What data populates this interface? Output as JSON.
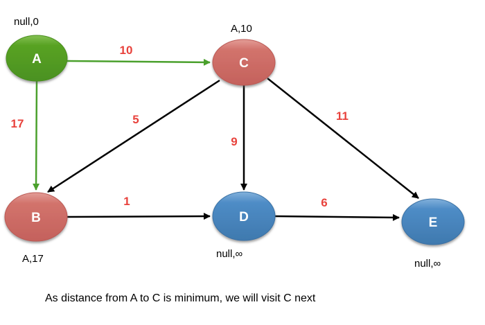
{
  "nodes": {
    "A": {
      "letter": "A",
      "annotation": "null,0",
      "status": "source-visited",
      "color": "#55a021"
    },
    "B": {
      "letter": "B",
      "annotation": "A,17",
      "status": "frontier",
      "color": "#d0706a"
    },
    "C": {
      "letter": "C",
      "annotation": "A,10",
      "status": "frontier",
      "color": "#d0706a"
    },
    "D": {
      "letter": "D",
      "annotation": "null,∞",
      "status": "unvisited",
      "color": "#4e8cc6"
    },
    "E": {
      "letter": "E",
      "annotation": "null,∞",
      "status": "unvisited",
      "color": "#4e8cc6"
    }
  },
  "edges": [
    {
      "from": "A",
      "to": "C",
      "weight": "10",
      "color": "green"
    },
    {
      "from": "A",
      "to": "B",
      "weight": "17",
      "color": "green"
    },
    {
      "from": "C",
      "to": "B",
      "weight": "5",
      "color": "black"
    },
    {
      "from": "C",
      "to": "D",
      "weight": "9",
      "color": "black"
    },
    {
      "from": "C",
      "to": "E",
      "weight": "11",
      "color": "black"
    },
    {
      "from": "B",
      "to": "D",
      "weight": "1",
      "color": "black"
    },
    {
      "from": "D",
      "to": "E",
      "weight": "6",
      "color": "black"
    }
  ],
  "caption": "As distance from A to C is minimum, we will visit C next",
  "colors": {
    "weight_label_red": "#e8423c",
    "green_edge": "#4aa02c",
    "black_edge": "#000000",
    "visited_node_green": "#55a021",
    "frontier_node_red": "#d0706a",
    "unvisited_node_blue": "#4e8cc6",
    "background": "#ffffff"
  }
}
